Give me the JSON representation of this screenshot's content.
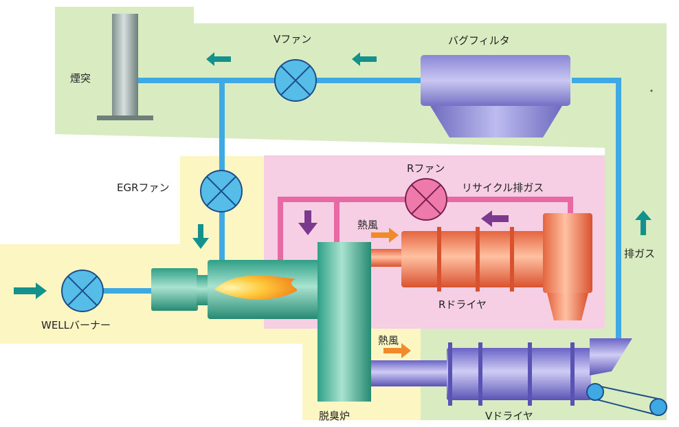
{
  "labels": {
    "chimney": "煙突",
    "v_fan": "Vファン",
    "bag_filter": "バグフィルタ",
    "egr_fan": "EGRファン",
    "r_fan": "Rファン",
    "recycle_exhaust": "リサイクル排ガス",
    "hot_air_top": "熱風",
    "hot_air_bottom": "熱風",
    "exhaust_gas": "排ガス",
    "r_dryer": "Rドライヤ",
    "well_burner": "WELLバーナー",
    "deodorizing_furnace": "脱臭炉",
    "v_dryer": "Vドライヤ"
  },
  "colors": {
    "zone_green": "#d9ecc1",
    "zone_yellow": "#fbf6c2",
    "zone_pink": "#f6cfe4",
    "duct_blue": "#3fa9e3",
    "duct_pink": "#e86aa5",
    "fan_blue": "#55bde8",
    "fan_pink": "#ee7aac",
    "arrow_teal": "#13918c",
    "arrow_purple": "#7b3a8e",
    "arrow_orange": "#f08a2a"
  }
}
